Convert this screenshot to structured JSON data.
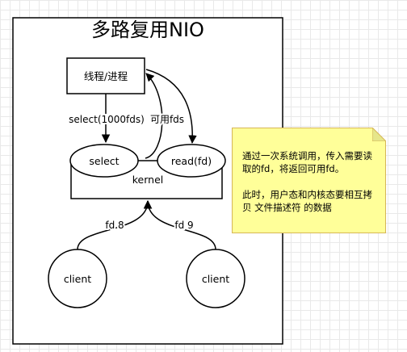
{
  "title": "多路复用NIO",
  "nodes": {
    "thread_process": "线程/进程",
    "select": "select",
    "read": "read(fd)",
    "kernel": "kernel",
    "client_left": "client",
    "client_right": "client"
  },
  "edges": {
    "select_call": "select(1000fds)",
    "available_fds": "可用fds",
    "fd8": "fd 8",
    "fd9": "fd 9"
  },
  "note": {
    "paragraph1": "通过一次系统调用，传入需要读取的fd，将返回可用fd。",
    "paragraph2": "此时，用户态和内核态要相互拷贝 文件描述符 的数据"
  },
  "colors": {
    "note_fill": "#ffff99",
    "note_border": "#d6b656",
    "stroke": "#000000"
  }
}
